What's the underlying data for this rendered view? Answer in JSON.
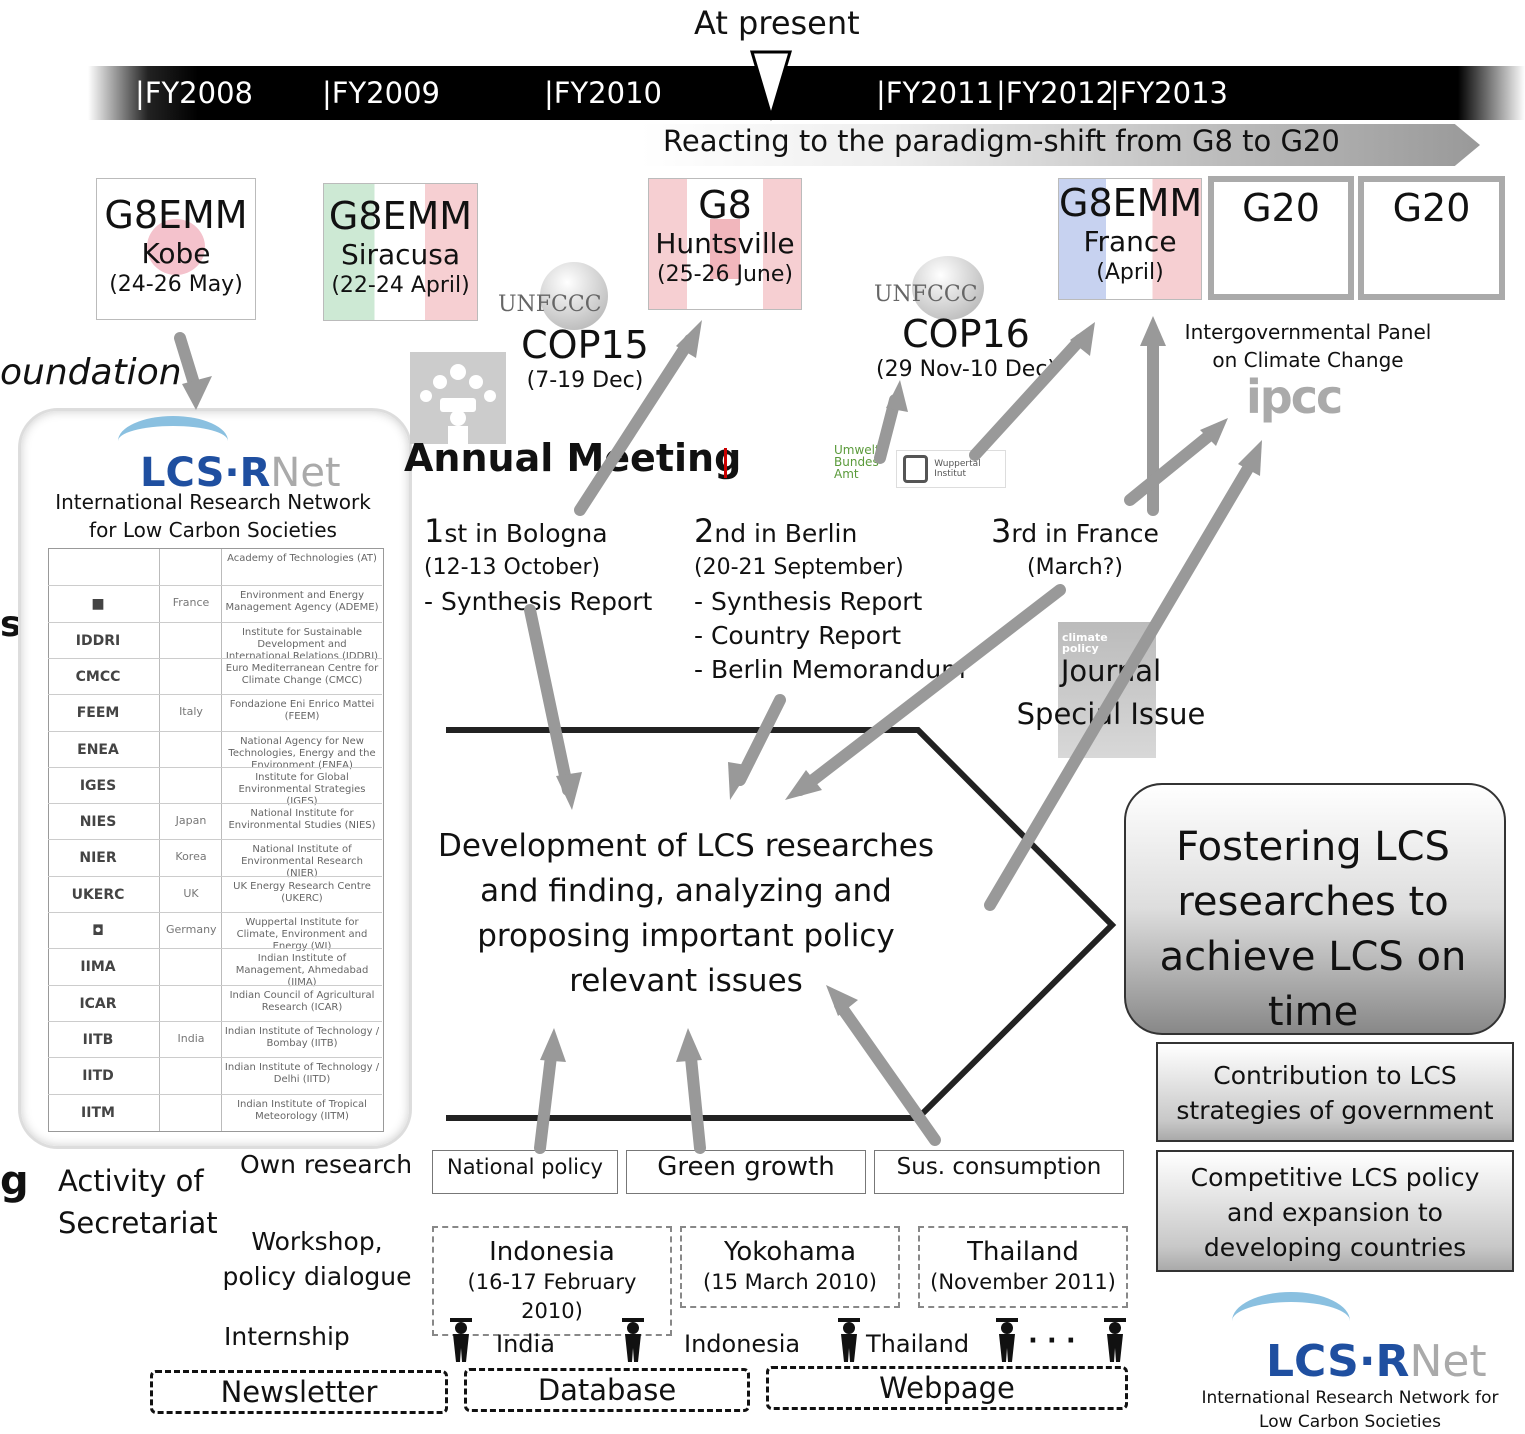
{
  "timeline": {
    "at_present": "At present",
    "fiscal_years": [
      "|FY2008",
      "|FY2009",
      "|FY2010",
      "|FY2011",
      "|FY2012",
      "|FY2013"
    ],
    "paradigm_shift": "Reacting to the paradigm-shift from G8 to G20"
  },
  "events": {
    "kobe": {
      "title": "G8EMM",
      "place": "Kobe",
      "date": "(24-26 May)"
    },
    "siracusa": {
      "title": "G8EMM",
      "place": "Siracusa",
      "date": "(22-24 April)"
    },
    "cop15": {
      "logo": "UNFCCC",
      "title": "COP15",
      "date": "(7-19 Dec)"
    },
    "huntsville": {
      "title": "G8",
      "place": "Huntsville",
      "date": "(25-26 June)"
    },
    "cop16": {
      "logo": "UNFCCC",
      "title": "COP16",
      "date": "(29 Nov-10 Dec)"
    },
    "france": {
      "title": "G8EMM",
      "place": "France",
      "date": "(April)"
    },
    "g20_a": {
      "title": "G20"
    },
    "g20_b": {
      "title": "G20"
    }
  },
  "ipcc": {
    "caption": "Intergovernmental Panel\non Climate Change",
    "logo": "ipcc"
  },
  "foundation": "oundation",
  "left_partial": {
    "s": "s",
    "g": "g"
  },
  "network": {
    "logo_lcs": "LCS·R",
    "logo_net": "Net",
    "subtitle": "International Research Network\nfor Low Carbon Societies",
    "members": [
      {
        "logo": "",
        "country": "",
        "name": "Academy of Technologies (AT)"
      },
      {
        "logo": "■",
        "country": "France",
        "name": "Environment and Energy Management Agency (ADEME)"
      },
      {
        "logo": "IDDRI",
        "country": "",
        "name": "Institute for Sustainable Development and International Relations (IDDRI)"
      },
      {
        "logo": "CMCC",
        "country": "",
        "name": "Euro Mediterranean Centre for Climate Change (CMCC)"
      },
      {
        "logo": "FEEM",
        "country": "Italy",
        "name": "Fondazione Eni Enrico Mattei (FEEM)"
      },
      {
        "logo": "ENEA",
        "country": "",
        "name": "National Agency for New Technologies, Energy and the Environment (ENEA)"
      },
      {
        "logo": "IGES",
        "country": "",
        "name": "Institute for Global Environmental Strategies (IGES)"
      },
      {
        "logo": "NIES",
        "country": "Japan",
        "name": "National Institute for Environmental Studies (NIES)"
      },
      {
        "logo": "NIER",
        "country": "Korea",
        "name": "National Institute of Environmental Research (NIER)"
      },
      {
        "logo": "UKERC",
        "country": "UK",
        "name": "UK Energy Research Centre (UKERC)"
      },
      {
        "logo": "◘",
        "country": "Germany",
        "name": "Wuppertal Institute for Climate, Environment and Energy (WI)"
      },
      {
        "logo": "IIMA",
        "country": "",
        "name": "Indian Institute of Management, Ahmedabad (IIMA)"
      },
      {
        "logo": "ICAR",
        "country": "",
        "name": "Indian Council of Agricultural Research (ICAR)"
      },
      {
        "logo": "IITB",
        "country": "India",
        "name": "Indian Institute of Technology / Bombay (IITB)"
      },
      {
        "logo": "IITD",
        "country": "",
        "name": "Indian Institute of Technology / Delhi (IITD)"
      },
      {
        "logo": "IITM",
        "country": "",
        "name": "Indian Institute of Tropical Meteorology (IITM)"
      }
    ]
  },
  "annual_meeting": {
    "title": "Annual Meeting",
    "sponsors": [
      "Umwelt Bundes Amt",
      "Wuppertal Institut"
    ],
    "first": {
      "num": "1",
      "head": "st in Bologna",
      "date": "(12-13 October)",
      "items": [
        "- Synthesis Report"
      ]
    },
    "second": {
      "num": "2",
      "head": "nd in Berlin",
      "date": "(20-21 September)",
      "items": [
        "- Synthesis Report",
        "- Country Report",
        "- Berlin Memorandum"
      ]
    },
    "third": {
      "num": "3",
      "head": "rd in France",
      "date": "(March?)"
    }
  },
  "journal": {
    "cover": "climate policy",
    "caption": "Journal\nSpecial Issue"
  },
  "development": "Development of LCS researches\nand finding, analyzing and\nproposing important policy\nrelevant issues",
  "fostering": "Fostering LCS\nresearches to\nachieve LCS on\ntime",
  "contribution": "Contribution to LCS\nstrategies of  government",
  "competitive": "Competitive LCS policy\nand expansion to\ndeveloping countries",
  "secretariat": {
    "title": "Activity of\nSecretariat",
    "own_research": "Own research",
    "research_topics": [
      "National policy",
      "Green growth",
      "Sus. consumption"
    ],
    "workshop": "Workshop,\npolicy dialogue",
    "workshops": [
      {
        "place": "Indonesia",
        "date": "(16-17 February\n2010)"
      },
      {
        "place": "Yokohama",
        "date": "(15 March 2010)"
      },
      {
        "place": "Thailand",
        "date": "(November 2011)"
      }
    ],
    "internship": "Internship",
    "interns": [
      "India",
      "Indonesia",
      "Thailand"
    ],
    "intern_more": "· · ·",
    "outputs": [
      "Newsletter",
      "Database",
      "Webpage"
    ]
  },
  "footer_logo": {
    "lcs": "LCS·R",
    "net": "Net",
    "caption": "International Research Network for\nLow Carbon Societies"
  }
}
